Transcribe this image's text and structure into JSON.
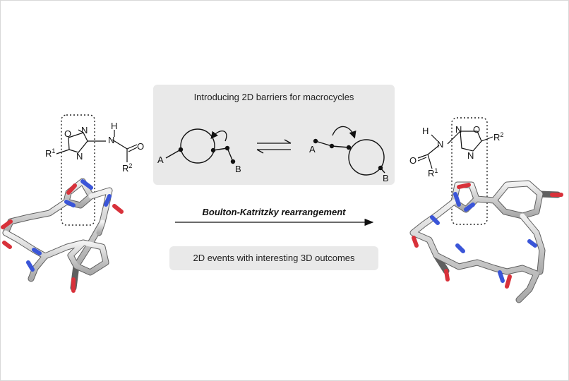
{
  "panel": {
    "title": "Introducing 2D barriers for macrocycles"
  },
  "scheme": {
    "left_label_a": "A",
    "left_label_b": "B",
    "right_label_a": "A",
    "right_label_b": "B"
  },
  "reaction": {
    "name": "Boulton-Katritzky rearrangement"
  },
  "caption": "2D events with interesting 3D outcomes",
  "left_structure": {
    "o": "O",
    "n1": "N",
    "n2": "N",
    "h": "H",
    "nh": "N",
    "carbonyl_o": "O",
    "r1": "R",
    "r1_sup": "1",
    "r2": "R",
    "r2_sup": "2"
  },
  "right_structure": {
    "n1": "N",
    "o": "O",
    "n2": "N",
    "h": "H",
    "nh": "N",
    "carbonyl_o": "O",
    "r1": "R",
    "r1_sup": "1",
    "r2": "R",
    "r2_sup": "2"
  }
}
